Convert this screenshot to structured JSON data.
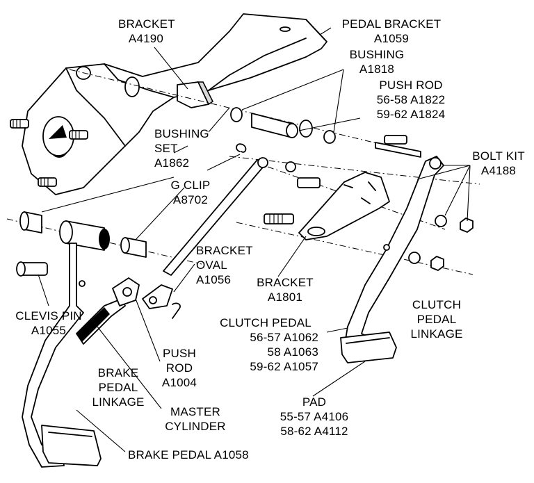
{
  "labels": {
    "bracket_top": [
      "BRACKET",
      "A4190"
    ],
    "pedal_bracket": [
      "PEDAL BRACKET",
      "A1059"
    ],
    "bushing": [
      "BUSHING",
      "A1818"
    ],
    "push_rod_upper": [
      "PUSH ROD",
      "56-58 A1822",
      "59-62 A1824"
    ],
    "bushing_set": [
      "BUSHING",
      "SET",
      "A1862"
    ],
    "bolt_kit": [
      "BOLT KIT",
      "A4188"
    ],
    "g_clip": [
      "G CLIP",
      "A8702"
    ],
    "bracket_oval": [
      "BRACKET",
      "OVAL",
      "A1056"
    ],
    "bracket_1801": [
      "BRACKET",
      "A1801"
    ],
    "clutch_pedal_linkage": [
      "CLUTCH",
      "PEDAL",
      "LINKAGE"
    ],
    "clutch_pedal": [
      "CLUTCH PEDAL",
      "56-57 A1062",
      "58 A1063",
      "59-62 A1057"
    ],
    "clevis_pin": [
      "CLEVIS PIN",
      "A1055"
    ],
    "push_rod_lower": [
      "PUSH",
      "ROD",
      "A1004"
    ],
    "brake_pedal_linkage": [
      "BRAKE",
      "PEDAL",
      "LINKAGE"
    ],
    "master_cylinder": [
      "MASTER",
      "CYLINDER"
    ],
    "pad": [
      "PAD",
      "55-57  A4106",
      "58-62  A4112"
    ],
    "brake_pedal": [
      "BRAKE PEDAL A1058"
    ]
  }
}
